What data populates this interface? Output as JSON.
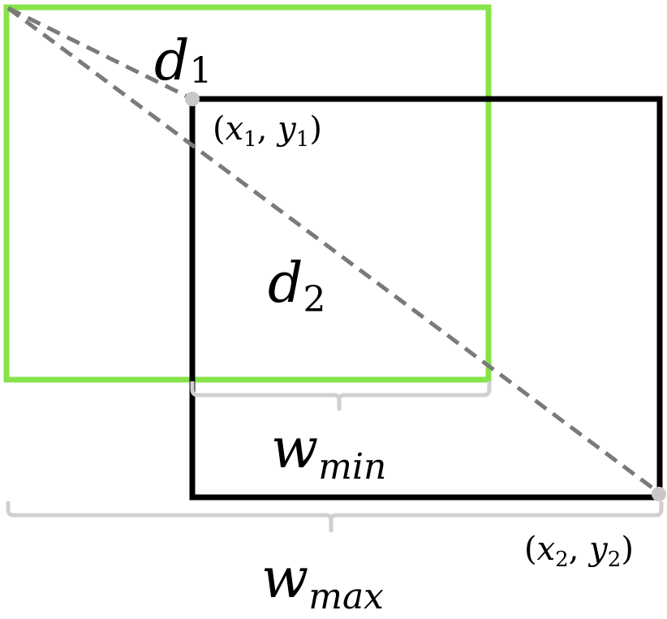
{
  "labels": {
    "d1": {
      "base": "d",
      "sub": "1"
    },
    "d2": {
      "base": "d",
      "sub": "2"
    },
    "w_min": {
      "base": "w",
      "sub": "min"
    },
    "w_max": {
      "base": "w",
      "sub": "max"
    }
  },
  "points": {
    "p1": {
      "open": "(",
      "x": "x",
      "xsub": "1",
      "sep": ", ",
      "y": "y",
      "ysub": "1",
      "close": ")"
    },
    "p2": {
      "open": "(",
      "x": "x",
      "xsub": "2",
      "sep": ", ",
      "y": "y",
      "ysub": "2",
      "close": ")"
    }
  },
  "colors": {
    "green_box": "#86e34a",
    "black_box": "#000000",
    "dashed_line": "#7a7a7a",
    "brace": "#d0d0d0",
    "point": "#c8c8c8"
  }
}
